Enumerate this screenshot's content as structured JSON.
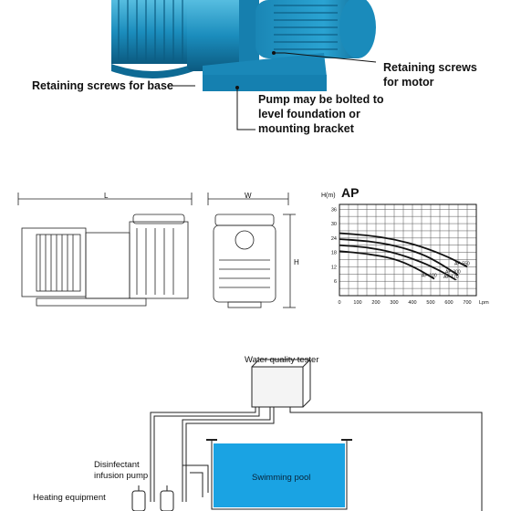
{
  "pump_photo": {
    "callouts": {
      "base": "Retaining screws for base",
      "motor": "Retaining screws\nfor motor",
      "bolted": "Pump may be bolted to\nlevel foundation or\nmounting bracket"
    },
    "colors": {
      "body": "#1c90bf",
      "dark": "#0e5f86",
      "light": "#5cc1e3"
    }
  },
  "dimension_drawing": {
    "labels": {
      "length": "L",
      "width": "W",
      "height": "H"
    }
  },
  "chart_data": {
    "type": "line",
    "title": "AP",
    "ylabel": "H(m)",
    "xlabel": "Lpm",
    "x_ticks": [
      0,
      100,
      200,
      300,
      400,
      500,
      600,
      700
    ],
    "y_ticks": [
      6,
      12,
      18,
      24,
      30,
      36
    ],
    "xlim": [
      0,
      750
    ],
    "ylim": [
      0,
      38
    ],
    "grid": true,
    "series": [
      {
        "name": "AP-550",
        "x": [
          0,
          150,
          300,
          450,
          600,
          700
        ],
        "y": [
          26,
          25.2,
          23.5,
          20.5,
          16,
          12
        ]
      },
      {
        "name": "AP-300",
        "x": [
          0,
          150,
          300,
          450,
          550,
          650
        ],
        "y": [
          23.5,
          22.8,
          21,
          17.5,
          13.5,
          8.5
        ]
      },
      {
        "name": "AP-170",
        "x": [
          0,
          150,
          300,
          450,
          550,
          640
        ],
        "y": [
          21,
          20.2,
          18,
          14,
          10.5,
          6.5
        ]
      },
      {
        "name": "AP-100",
        "x": [
          0,
          150,
          300,
          420,
          520
        ],
        "y": [
          18.5,
          17.5,
          15.5,
          11.5,
          7
        ]
      }
    ]
  },
  "installation": {
    "tester": "Water quality tester",
    "infusion": "Disinfectant\ninfusion pump",
    "heating": "Heating equipment",
    "pool": "Swimming pool"
  }
}
